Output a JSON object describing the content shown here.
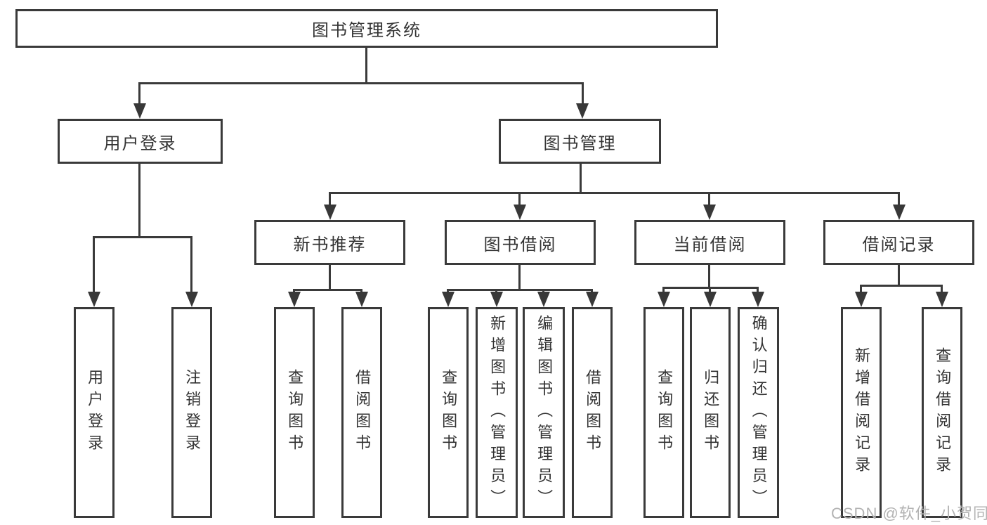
{
  "diagram": {
    "type": "hierarchy-tree",
    "root": {
      "label": "图书管理系统"
    },
    "level2": [
      {
        "id": "user-login",
        "label": "用户登录",
        "parent": "图书管理系统"
      },
      {
        "id": "book-management",
        "label": "图书管理",
        "parent": "图书管理系统"
      }
    ],
    "level3": [
      {
        "id": "new-book-recommend",
        "label": "新书推荐",
        "parent": "图书管理"
      },
      {
        "id": "book-borrow",
        "label": "图书借阅",
        "parent": "图书管理"
      },
      {
        "id": "current-borrow",
        "label": "当前借阅",
        "parent": "图书管理"
      },
      {
        "id": "borrow-record",
        "label": "借阅记录",
        "parent": "图书管理"
      }
    ],
    "leaves": [
      {
        "label": "用户登录",
        "parent": "用户登录"
      },
      {
        "label": "注销登录",
        "parent": "用户登录"
      },
      {
        "label": "查询图书",
        "parent": "新书推荐"
      },
      {
        "label": "借阅图书",
        "parent": "新书推荐"
      },
      {
        "label": "查询图书",
        "parent": "图书借阅"
      },
      {
        "label": "新增图书（管理员）",
        "parent": "图书借阅"
      },
      {
        "label": "编辑图书（管理员）",
        "parent": "图书借阅"
      },
      {
        "label": "借阅图书",
        "parent": "图书借阅"
      },
      {
        "label": "查询图书",
        "parent": "当前借阅"
      },
      {
        "label": "归还图书",
        "parent": "当前借阅"
      },
      {
        "label": "确认归还（管理员）",
        "parent": "当前借阅"
      },
      {
        "label": "新增借阅记录",
        "parent": "借阅记录"
      },
      {
        "label": "查询借阅记录",
        "parent": "借阅记录"
      }
    ]
  },
  "watermark": {
    "text": "CSDN @软件_小贺同学"
  },
  "colors": {
    "line": "#3a3a3a",
    "text": "#333333",
    "background": "#ffffff",
    "watermark": "#b3b3b3"
  }
}
